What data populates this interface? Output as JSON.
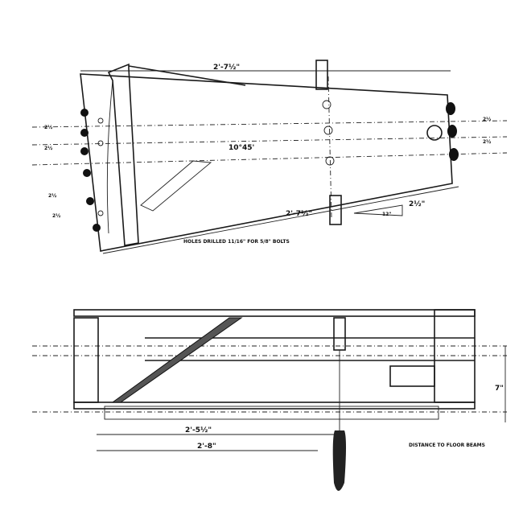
{
  "top_view": {
    "dim_top": "2'-7½\"",
    "angle": "10°45'",
    "dim_bottom": "2'-7½\"",
    "note": "HOLES DRILLED 11/16\" FOR 5/8\" BOLTS",
    "dim_12": "12\"",
    "dim_2half": "2½\"",
    "left_dims": [
      "2½",
      "2½",
      "2½",
      "2½"
    ],
    "right_dims": [
      "2½",
      "2½"
    ]
  },
  "side_view": {
    "dim_2_5half": "2'-5½\"",
    "dim_2_8": "2'-8\"",
    "note": "DISTANCE TO FLOOR BEAMS",
    "dim_7": "7\""
  }
}
